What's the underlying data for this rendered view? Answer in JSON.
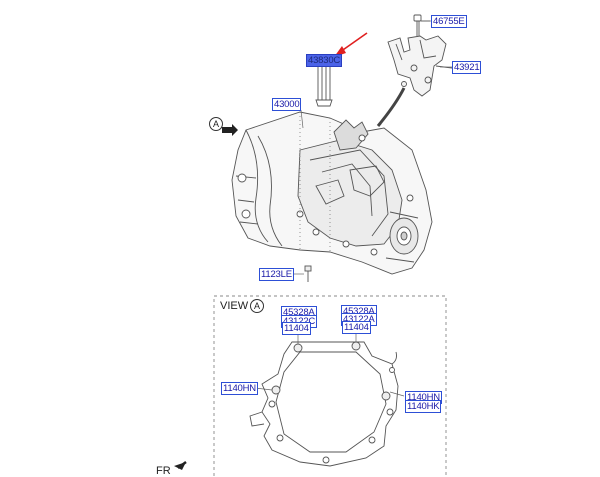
{
  "callouts": {
    "c46755e": "46755E",
    "c43921": "43921",
    "c43830": "43830C",
    "c43000": "43000",
    "c1123le": "1123LE",
    "c45328a_l": "45328A",
    "c43122c_l": "43122C",
    "c11404_l": "11404",
    "c45328a_r": "45328A",
    "c43122a_r": "43122A",
    "c11404_r": "11404",
    "c1140hn_l": "1140HN",
    "c1140hn_r": "1140HN",
    "c1140hk_r": "1140HK"
  },
  "labels": {
    "view": "VIEW",
    "view_ref": "A",
    "arrow_ref": "A",
    "fr": "FR"
  },
  "colors": {
    "callout_border": "#2d4fd6",
    "callout_text": "#1a1aa8",
    "highlight_fill": "#4b63e8",
    "pointer_arrow": "#e02020",
    "line_art": "#555555"
  }
}
